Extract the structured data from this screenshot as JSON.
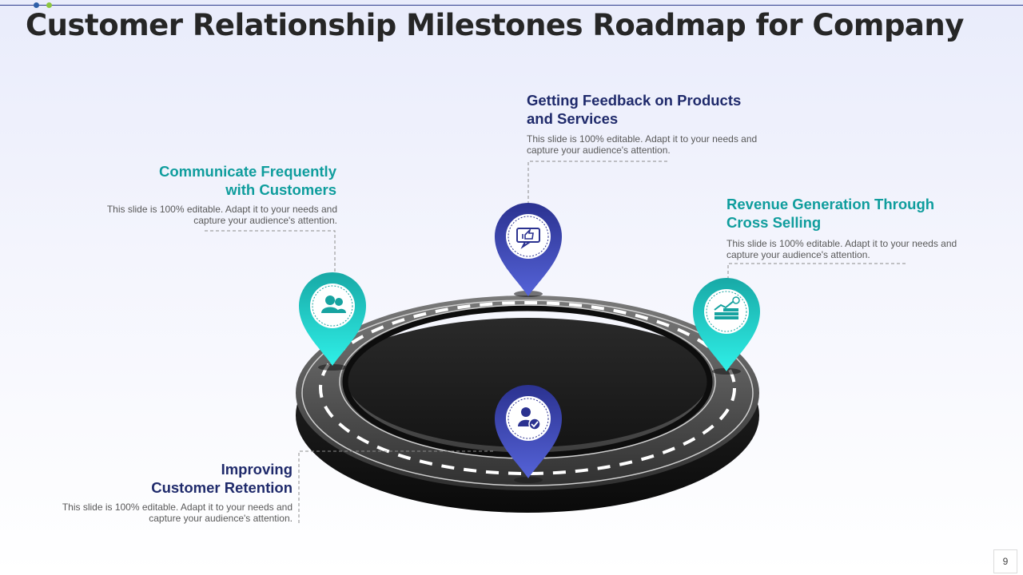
{
  "slide": {
    "title": "Customer Relationship Milestones Roadmap for Company",
    "page_number": "9"
  },
  "colors": {
    "teal": "#0f9d9d",
    "navy": "#1f2a6b",
    "pin_teal": "#1fc8c8",
    "pin_blue": "#3d45b5"
  },
  "milestones": [
    {
      "title_lines": [
        "Communicate Frequently",
        "with Customers"
      ],
      "desc_lines": [
        "This slide is 100% editable. Adapt it to your needs and",
        "capture your audience's attention."
      ],
      "icon": "users-icon",
      "color": "teal"
    },
    {
      "title_lines": [
        "Getting Feedback on Products",
        "and Services"
      ],
      "desc_lines": [
        "This slide is 100% editable. Adapt it to your needs and",
        "capture your audience's attention."
      ],
      "icon": "feedback-chat-icon",
      "color": "navy"
    },
    {
      "title_lines": [
        "Revenue Generation Through",
        "Cross Selling"
      ],
      "desc_lines": [
        "This slide is 100% editable. Adapt it to your needs and",
        "capture your audience's attention."
      ],
      "icon": "revenue-growth-icon",
      "color": "teal"
    },
    {
      "title_lines": [
        "Improving",
        "Customer Retention"
      ],
      "desc_lines": [
        "This slide is 100% editable. Adapt it to your needs and",
        "capture your audience's attention."
      ],
      "icon": "customer-check-icon",
      "color": "navy"
    }
  ]
}
